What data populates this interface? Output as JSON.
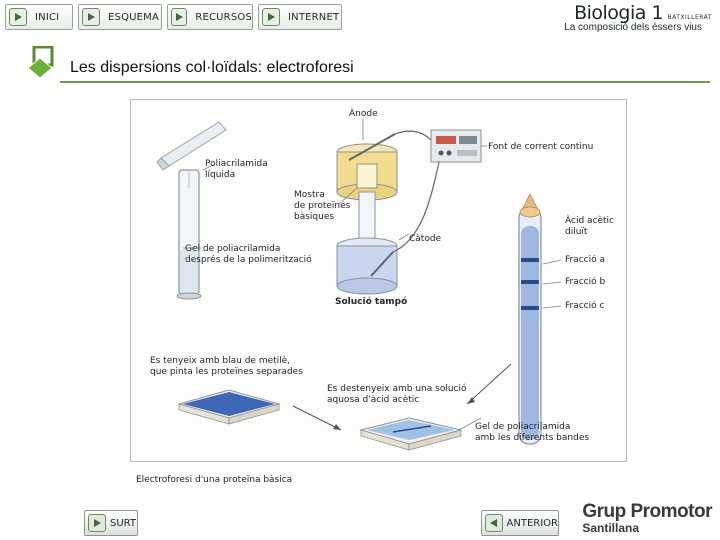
{
  "nav": [
    {
      "label": "INICI"
    },
    {
      "label": "ESQUEMA"
    },
    {
      "label": "RECURSOS"
    },
    {
      "label": "INTERNET"
    }
  ],
  "brand": {
    "title": "Biologia 1",
    "subtitle": "BATXILLERAT",
    "caption": "La composició dels éssers vius"
  },
  "page_title": "Les dispersions col·loïdals: electroforesi",
  "figure": {
    "labels": {
      "anode": "Ànode",
      "source": "Font de corrent continu",
      "liquid_line1": "Poliacrilamida",
      "liquid_line2": "líquida",
      "sample_line1": "Mostra",
      "sample_line2": "de proteïnes",
      "sample_line3": "bàsiques",
      "cathode": "Càtode",
      "gel_line1": "Gel de poliacrilamida",
      "gel_line2": "després de la polimerització",
      "buffer": "Solució tampó",
      "acid_line1": "Àcid acètic",
      "acid_line2": "diluït",
      "frac_a": "Fracció a",
      "frac_b": "Fracció b",
      "frac_c": "Fracció c",
      "stain_line1": "Es tenyeix amb blau de metilè,",
      "stain_line2": "que pinta les proteïnes separades",
      "destain_line1": "Es destenyeix amb una solució",
      "destain_line2": "aquosa d'àcid acètic",
      "bands_line1": "Gel de poliacrilamida",
      "bands_line2": "amb les diferents bandes"
    },
    "caption": "Electroforesi d'una proteïna bàsica"
  },
  "footer": {
    "exit": "SURT",
    "previous": "ANTERIOR",
    "publisher_line1": "Grup Promotor",
    "publisher_line2": "Santillana"
  }
}
